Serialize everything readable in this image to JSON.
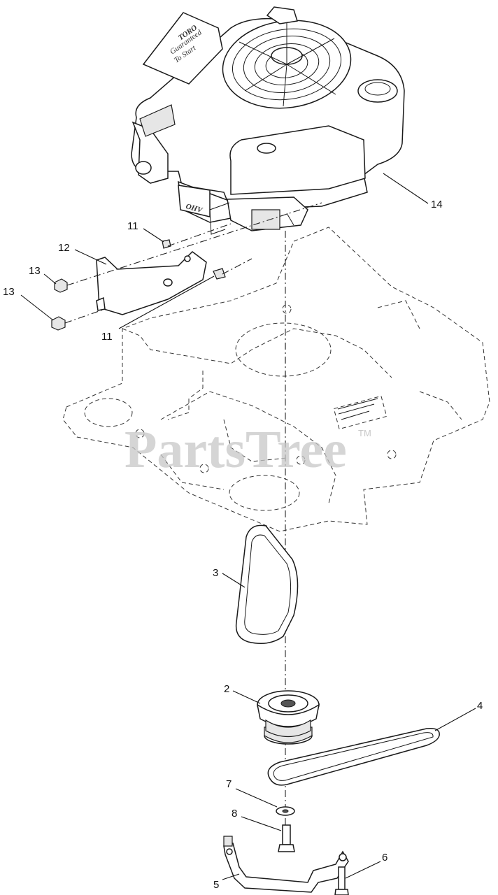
{
  "watermark": {
    "text": "PartsTree",
    "trademark": "TM"
  },
  "decal": {
    "brand": "TORO",
    "line1": "Guaranteed",
    "line2": "To Start"
  },
  "engine_label": "OHV",
  "callouts": [
    {
      "id": "14",
      "label": "14",
      "part": "engine"
    },
    {
      "id": "11a",
      "label": "11",
      "part": "bolt-upper"
    },
    {
      "id": "12",
      "label": "12",
      "part": "bracket"
    },
    {
      "id": "13a",
      "label": "13",
      "part": "nut-upper"
    },
    {
      "id": "13b",
      "label": "13",
      "part": "nut-lower"
    },
    {
      "id": "11b",
      "label": "11",
      "part": "bolt-lower"
    },
    {
      "id": "3",
      "label": "3",
      "part": "belt-drive"
    },
    {
      "id": "2",
      "label": "2",
      "part": "pulley"
    },
    {
      "id": "4",
      "label": "4",
      "part": "belt-traction"
    },
    {
      "id": "7",
      "label": "7",
      "part": "washer"
    },
    {
      "id": "8",
      "label": "8",
      "part": "bolt-center"
    },
    {
      "id": "6",
      "label": "6",
      "part": "bolt-guide"
    },
    {
      "id": "5",
      "label": "5",
      "part": "belt-guide"
    }
  ]
}
